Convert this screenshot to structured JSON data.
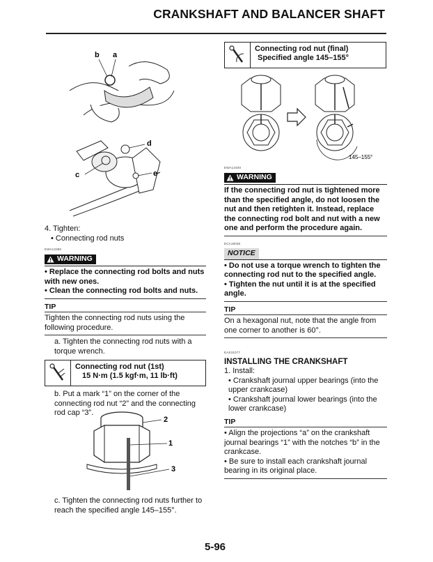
{
  "header": {
    "title": "CRANKSHAFT AND BALANCER SHAFT"
  },
  "figures": {
    "fig1_labels": [
      "b",
      "a"
    ],
    "fig2_labels": [
      "d",
      "c",
      "e"
    ],
    "fig3_labels": [
      "2",
      "1",
      "3"
    ],
    "fig4_angle": "145–155°"
  },
  "left": {
    "step4": "4. Tighten:",
    "step4_item": "• Connecting rod nuts",
    "warning_code": "EWA13390",
    "warning_label": "WARNING",
    "warning_items": [
      "• Replace the connecting rod bolts and nuts with new ones.",
      "• Clean the connecting rod bolts and nuts."
    ],
    "tip_label": "TIP",
    "tip_text": "Tighten the connecting rod nuts using the following procedure.",
    "step_a": "a. Tighten the connecting rod nuts with a torque wrench.",
    "spec_line1": "Connecting rod nut (1st)",
    "spec_line2": "15 N·m (1.5 kgf·m, 11 lb·ft)",
    "step_b": "b. Put a mark “1” on the corner of the connecting rod nut “2” and the connecting rod cap “3”.",
    "step_c": "c. Tighten the connecting rod nuts further to reach the specified angle 145–155°."
  },
  "right": {
    "spec_line1": "Connecting rod nut (final)",
    "spec_line2": "Specified angle 145–155°",
    "warning_code": "EWA13400",
    "warning_label": "WARNING",
    "warning_text": "If the connecting rod nut is tightened more than the specified angle, do not loosen the nut and then retighten it. Instead, replace the connecting rod bolt and nut with a new one and perform the procedure again.",
    "notice_code": "ECA19030",
    "notice_label": "NOTICE",
    "notice_items": [
      "• Do not use a torque wrench to tighten the connecting rod nut to the specified angle.",
      "• Tighten the nut until it is at the specified angle."
    ],
    "tip1_label": "TIP",
    "tip1_text": "On a hexagonal nut, note that the angle from one corner to another is 60°.",
    "section_code": "EAS31077",
    "section_title": "INSTALLING THE CRANKSHAFT",
    "install": "1. Install:",
    "install_items": [
      "• Crankshaft journal upper bearings (into the upper crankcase)",
      "• Crankshaft journal lower bearings (into the lower crankcase)"
    ],
    "tip2_label": "TIP",
    "tip2_items": [
      "• Align the projections “a” on the crankshaft journal bearings “1” with the notches “b” in the crankcase.",
      "• Be sure to install each crankshaft journal bearing in its original place."
    ]
  },
  "footer": {
    "page": "5-96"
  }
}
